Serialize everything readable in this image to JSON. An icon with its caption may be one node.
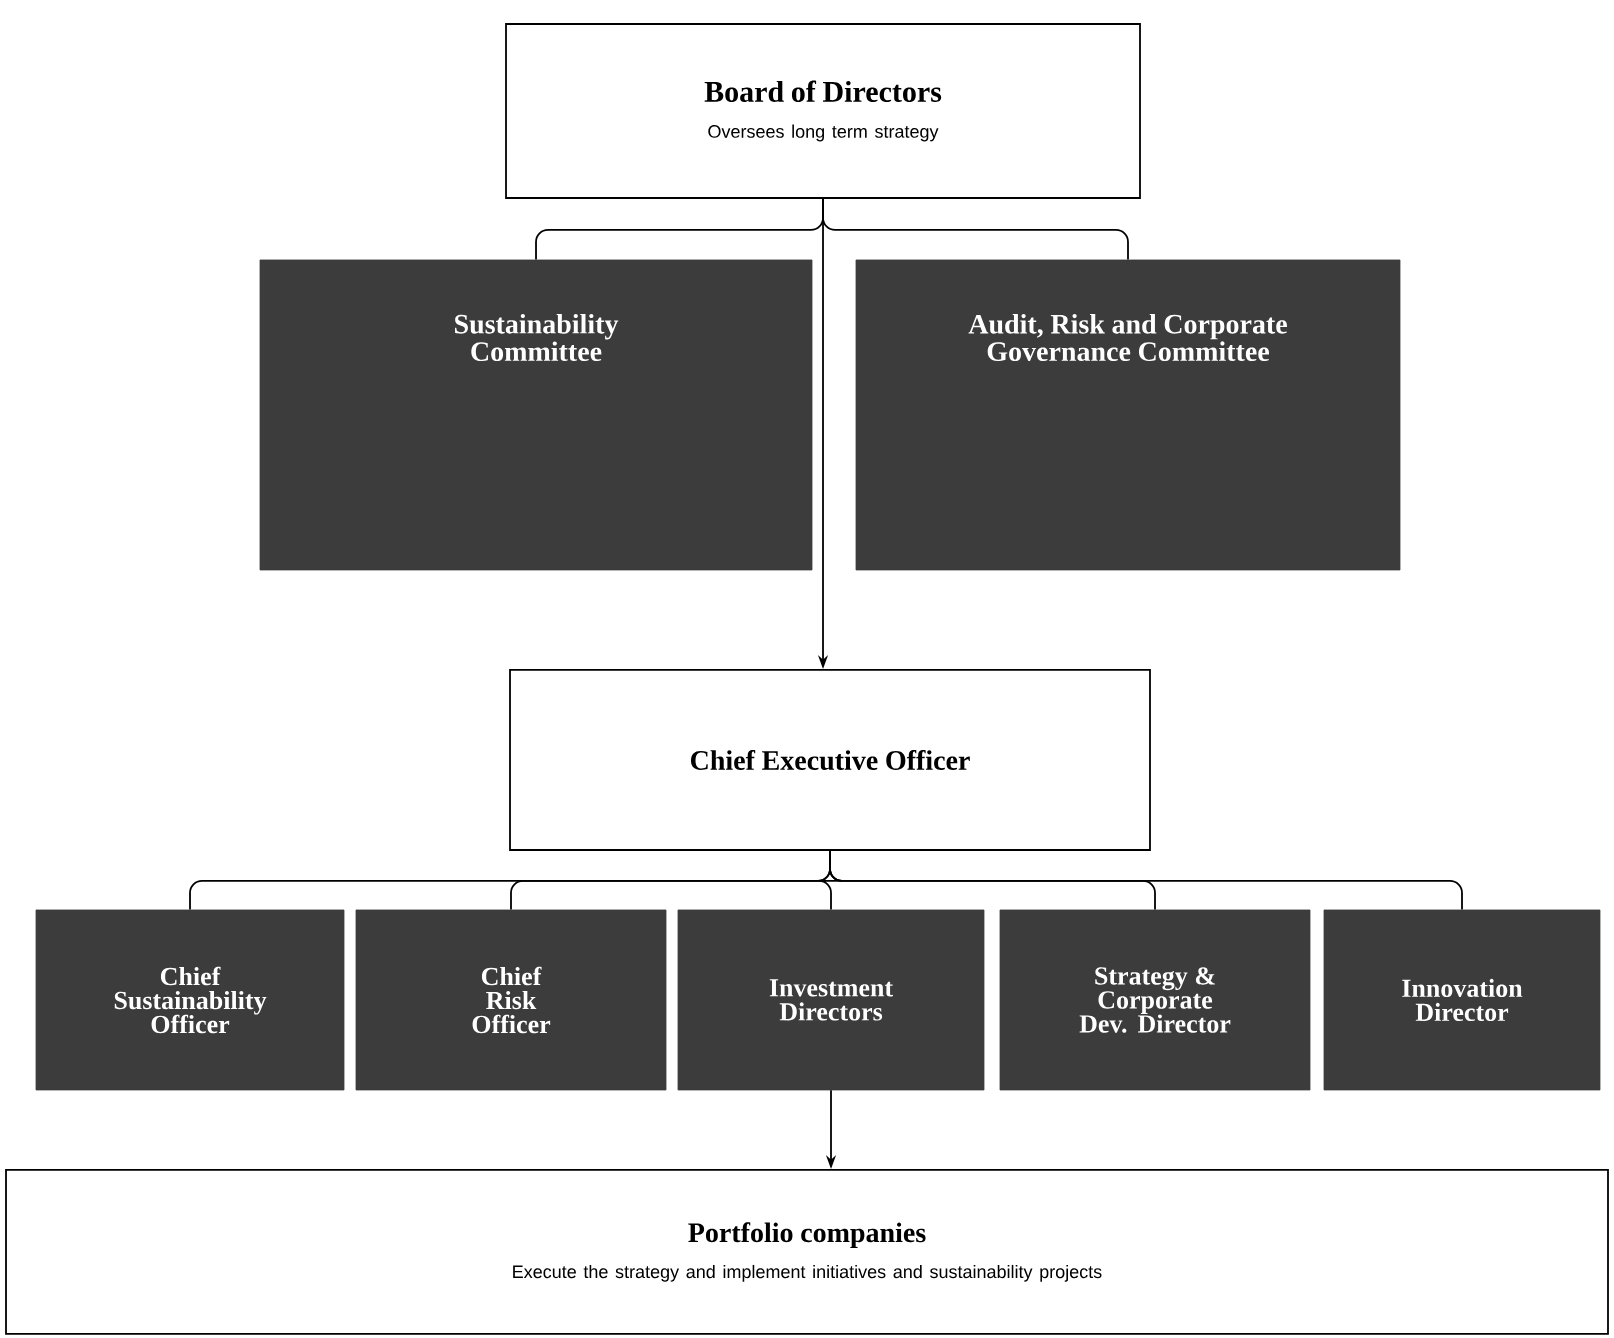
{
  "diagram": {
    "nodes": [
      {
        "text": [
          "Board of Directors",
          "Oversees long term strategy"
        ]
      },
      {
        "text": [
          "Sustainability Committee"
        ]
      },
      {
        "text": [
          "Audit, Risk and Corporate Governance Committee"
        ]
      },
      {
        "text": [
          "Chief  Executive Officer"
        ]
      },
      {
        "text": [
          "Chief Sustainability Officer"
        ]
      },
      {
        "text": [
          "Chief Risk Officer"
        ]
      },
      {
        "text": [
          "Investment Directors"
        ]
      },
      {
        "text": [
          "Strategy & Corporate Dev. Director"
        ]
      },
      {
        "text": [
          "Innovation Director"
        ]
      },
      {
        "text": [
          "Portfolio companies",
          "Execute the strategy and implement initiatives and sustainability projects"
        ]
      }
    ],
    "edges": [
      {
        "from": 0,
        "to": 1,
        "arrow": "none"
      },
      {
        "from": 0,
        "to": 2,
        "arrow": "none"
      },
      {
        "from": 0,
        "to": 3,
        "arrow": "to"
      },
      {
        "from": 3,
        "to": 4,
        "arrow": "none"
      },
      {
        "from": 3,
        "to": 5,
        "arrow": "none"
      },
      {
        "from": 3,
        "to": 6,
        "arrow": "none"
      },
      {
        "from": 3,
        "to": 7,
        "arrow": "none"
      },
      {
        "from": 3,
        "to": 8,
        "arrow": "none"
      },
      {
        "from": 6,
        "to": 9,
        "arrow": "to"
      }
    ]
  }
}
